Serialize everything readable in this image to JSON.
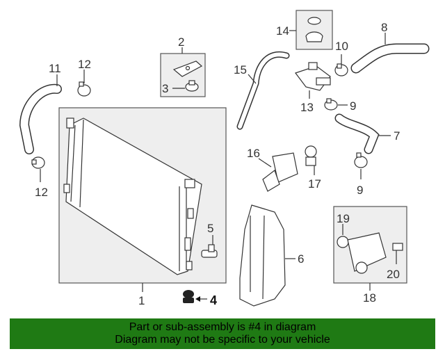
{
  "callouts": {
    "c1": "1",
    "c2": "2",
    "c3": "3",
    "c4": "4",
    "c5": "5",
    "c6": "6",
    "c7": "7",
    "c8": "8",
    "c9a": "9",
    "c9b": "9",
    "c10": "10",
    "c11": "11",
    "c12a": "12",
    "c12b": "12",
    "c13": "13",
    "c14": "14",
    "c15": "15",
    "c16": "16",
    "c17": "17",
    "c18": "18",
    "c19": "19",
    "c20": "20"
  },
  "banner": {
    "line1": "Part or sub-assembly is #4 in diagram",
    "line2": "Diagram may not be specific to your vehicle"
  },
  "colors": {
    "banner_bg": "#1f7a14",
    "box_fill": "#eeeeee",
    "line": "#333333"
  }
}
